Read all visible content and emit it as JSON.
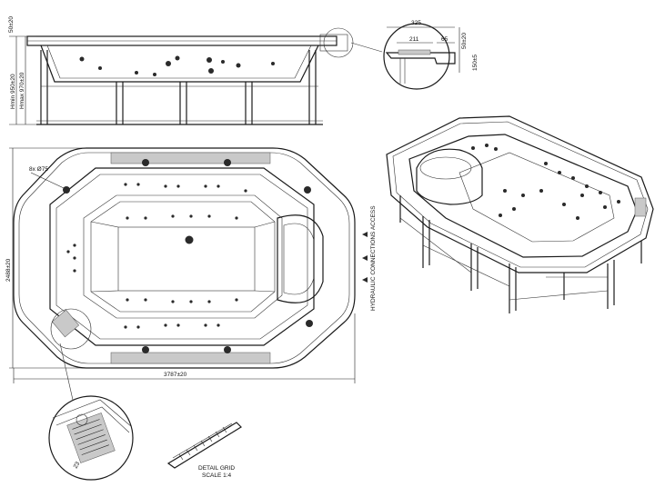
{
  "dimensions": {
    "top_height": "50±20",
    "height_min": "Hmin 950±20",
    "height_max": "Hmax 970±20",
    "overall_width": "2488±20",
    "overall_length": "3787±20",
    "holes": "8x Ø75",
    "detail_325": "325",
    "detail_211": "211",
    "detail_65": "65",
    "detail_50": "50±20",
    "detail_150": "150±5",
    "grid_23": "23"
  },
  "labels": {
    "hydraulic_access": "HYDRAULIC CONNECTIONS ACCESS",
    "detail_grid": "DETAIL GRID",
    "scale": "SCALE 1:4"
  }
}
